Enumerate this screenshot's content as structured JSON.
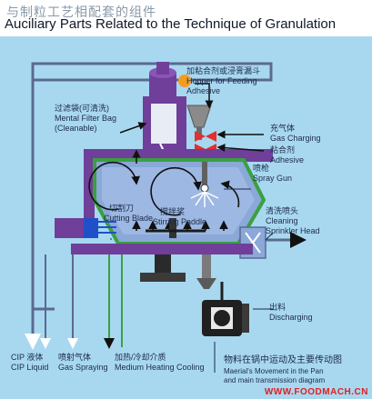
{
  "title": {
    "cn": "与制粒工艺相配套的组件",
    "en": "Auciliary Parts Related to the Technique of Granulation"
  },
  "labels": {
    "hopper_cn": "加粘合剂或浸膏漏斗",
    "hopper_en": "Hopper for Feeding",
    "hopper_en2": "Adhesive",
    "filter_cn": "过滤袋(可清洗)",
    "filter_en": "Mental Filter Bag",
    "filter_en2": "(Cleanable)",
    "gas_cn": "充气体",
    "gas_en": "Gas Charging",
    "adhesive_cn": "粘合剂",
    "adhesive_en": "Adhesive",
    "spray_cn": "喷枪",
    "spray_en": "Spray Gun",
    "cutting_cn": "切割刀",
    "cutting_en": "Cutting Blade",
    "stirring_cn": "搅拌桨",
    "stirring_en": "Stirring Paddle",
    "cleaning_cn": "清洗喷头",
    "cleaning_en": "Cleaning",
    "cleaning_en2": "Sprinkler Head",
    "discharge_cn": "出料",
    "discharge_en": "Discharging",
    "cip_cn": "CIP 液体",
    "cip_en": "CIP Liquid",
    "spraygas_cn": "喷射气体",
    "spraygas_en": "Gas Spraying",
    "heating_cn": "加热/冷却介质",
    "heating_en": "Medium Heating Cooling",
    "movement_cn": "物料在锅中运动及主要传动图",
    "movement_en": "Maerial's Movement in the Pan",
    "movement_en2": "and main transmission diagram"
  },
  "watermark": "WWW.FOODMACH.CN",
  "colors": {
    "background": "#a8d8f0",
    "vessel": "#8aa8d8",
    "frame": "#6f3f9a",
    "jacket": "#3aa040",
    "pipe": "#5a6a90",
    "arrow": "#111111",
    "blade": "#2050c8",
    "motor": "#202020",
    "valve_red": "#e03030",
    "hopper_orange": "#f39c20",
    "watermark": "#e02020"
  }
}
